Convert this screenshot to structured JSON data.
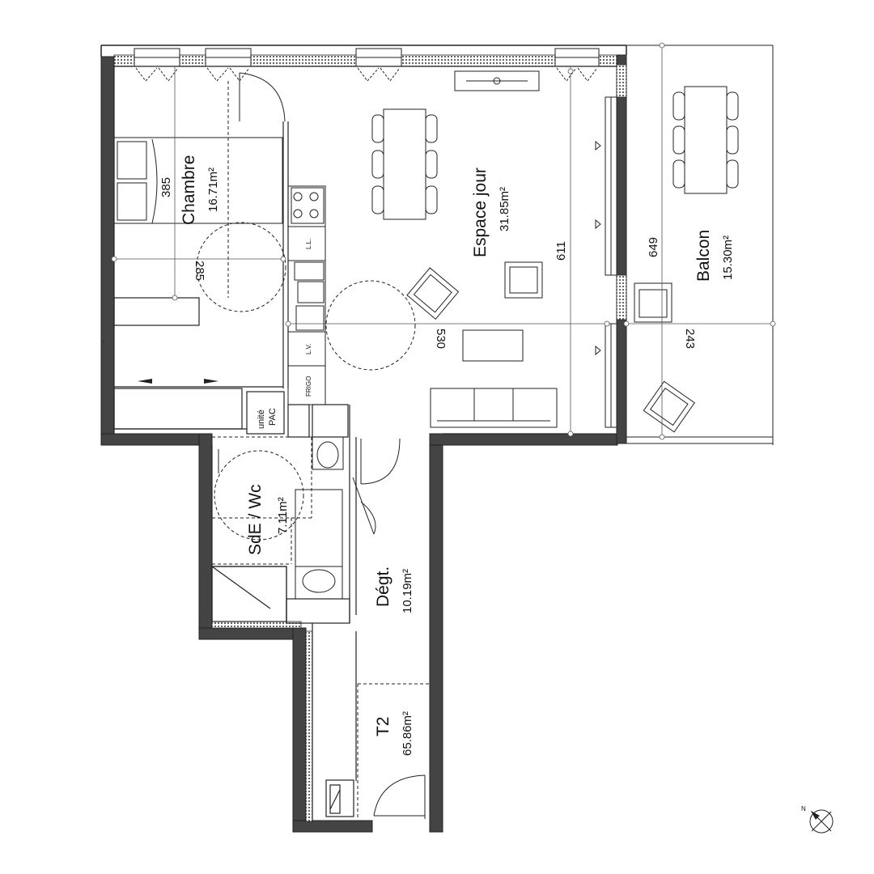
{
  "plan": {
    "unit_label": "T2",
    "unit_area": "65.86m²",
    "rooms": {
      "chambre": {
        "name": "Chambre",
        "area": "16.71m²"
      },
      "espace_jour": {
        "name": "Espace jour",
        "area": "31.85m²"
      },
      "balcon": {
        "name": "Balcon",
        "area": "15.30m²"
      },
      "sde_wc": {
        "name": "SdE / Wc",
        "area": "7.11m²"
      },
      "degt": {
        "name": "Dégt.",
        "area": "10.19m²"
      }
    },
    "dimensions": {
      "chambre_width": "385",
      "chambre_turn": "285",
      "living_height": "611",
      "living_turn": "530",
      "balcon_height": "649",
      "balcon_width": "243"
    },
    "fixtures": {
      "ll": "L.L.",
      "lv": "L.V.",
      "frigo": "FRIGO",
      "unite_pac_1": "unité",
      "unite_pac_2": "PAC"
    },
    "north_label": "N"
  }
}
